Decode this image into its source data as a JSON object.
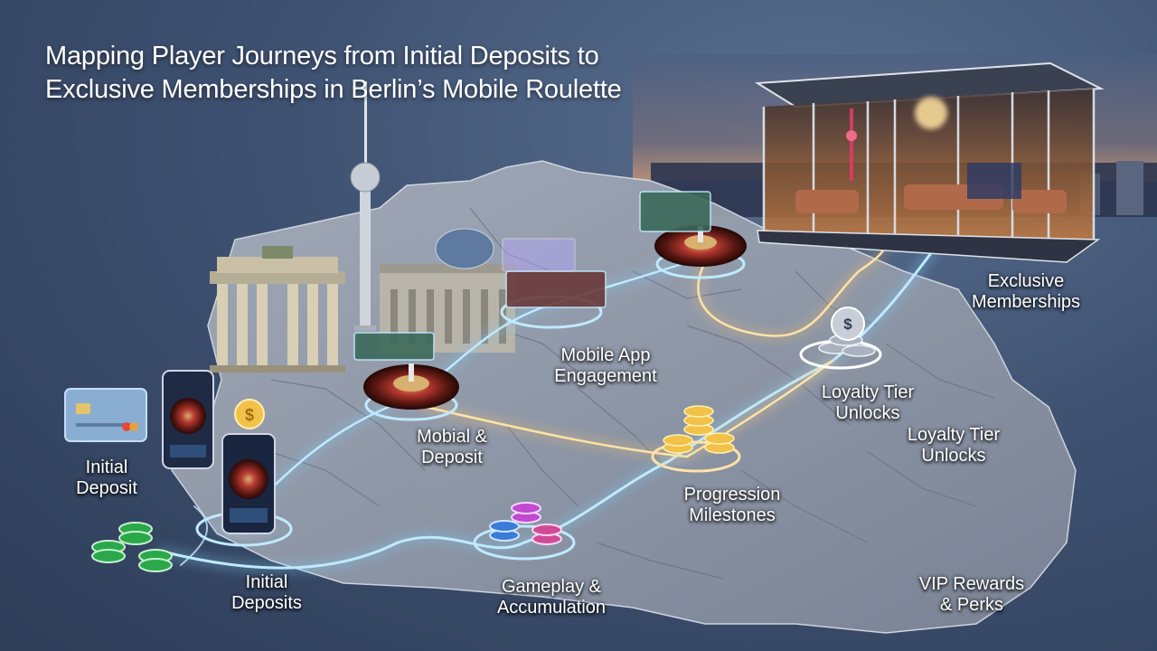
{
  "title": {
    "line1": "Mapping Player Journeys from Initial Deposits to",
    "line2": "Exclusive Memberships in Berlin’s Mobile Roulette"
  },
  "stages": [
    {
      "id": "initial-deposit",
      "line1": "Initial",
      "line2": "Deposit"
    },
    {
      "id": "initial-deposits",
      "line1": "Initial",
      "line2": "Deposits"
    },
    {
      "id": "mobial-deposit",
      "line1": "Mobial &",
      "line2": "Deposit"
    },
    {
      "id": "mobile-app-engagement",
      "line1": "Mobile App",
      "line2": "Engagement"
    },
    {
      "id": "gameplay-accumulation",
      "line1": "Gameplay &",
      "line2": "Accumulation"
    },
    {
      "id": "progression-milestones",
      "line1": "Progression",
      "line2": "Milestones"
    },
    {
      "id": "loyalty-tier-unlocks-1",
      "line1": "Loyalty Tier",
      "line2": "Unlocks"
    },
    {
      "id": "loyalty-tier-unlocks-2",
      "line1": "Loyalty Tier",
      "line2": "Unlocks"
    },
    {
      "id": "exclusive-memberships",
      "line1": "Exclusive",
      "line2": "Memberships"
    },
    {
      "id": "vip-rewards-perks",
      "line1": "VIP Rewards",
      "line2": "& Perks"
    }
  ],
  "colors": {
    "path_blue": "#7fd3ff",
    "path_gold": "#ffc76a",
    "map_fill": "#8e97a6",
    "accent_red": "#9c2a2a"
  }
}
